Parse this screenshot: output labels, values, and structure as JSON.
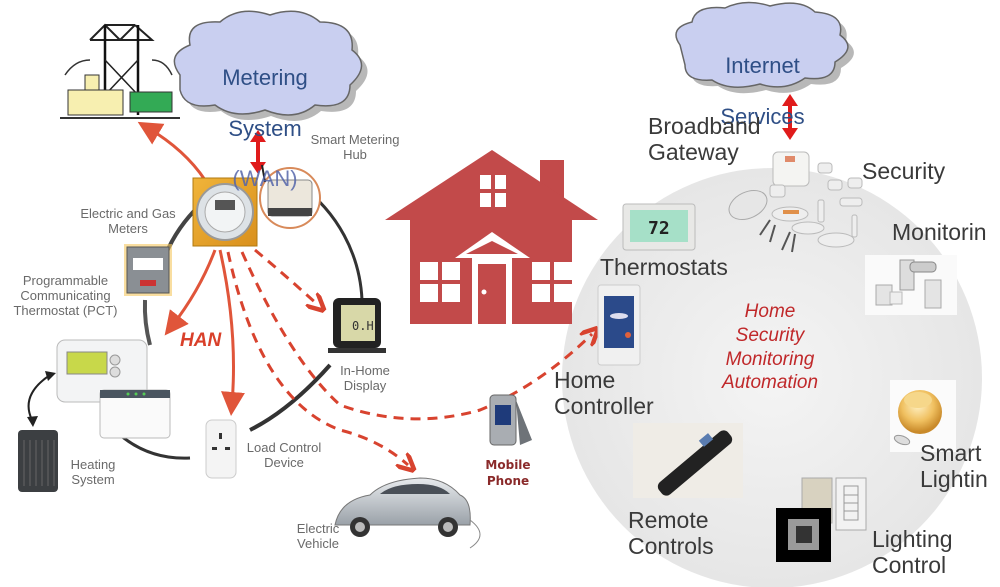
{
  "title": "Smart Grid Home Area Network and Home Automation Diagram",
  "colors": {
    "house": "#c24a4a",
    "han_arrow": "#e0553a",
    "wan_arrow": "#e01b1b",
    "cloud_fill": "#c9cff0",
    "cloud_text": "#2f4f86",
    "ring": "#333333",
    "automation_circle": "#eeeeee",
    "center_text": "#c0282a"
  },
  "left_network": {
    "cloud": {
      "line1": "Metering",
      "line2": "System",
      "line3": "(WAN)"
    },
    "power_plant": {
      "icon": "power-plant-icon"
    },
    "smart_metering_hub": {
      "label": "Smart Metering\nHub",
      "icon": "wireless-hub-icon"
    },
    "meters": {
      "label": "Electric and  Gas\nMeters",
      "icon": "electric-meter-icon",
      "gas_icon": "gas-meter-icon"
    },
    "thermostat": {
      "label": "Programmable\nCommunicating\nThermostat (PCT)",
      "icon": "programmable-thermostat-icon"
    },
    "heating": {
      "label": "Heating\nSystem",
      "icon": "hvac-unit-icon"
    },
    "han_label": "HAN",
    "load_control": {
      "label": "Load Control\nDevice",
      "icon": "smart-plug-icon"
    },
    "in_home_display": {
      "label": "In-Home\nDisplay",
      "icon": "in-home-display-icon"
    },
    "electric_vehicle": {
      "label": "Electric\nVehicle",
      "icon": "electric-car-icon"
    },
    "mobile_phone": {
      "line1": "Mobile",
      "line2": "Phone",
      "icon": "flip-phone-icon"
    }
  },
  "house": {
    "icon": "house-icon"
  },
  "right_network": {
    "cloud": {
      "line1": "Internet",
      "line2": "Services"
    },
    "gateway": {
      "label": "Broadband\nGateway",
      "icon": "gateway-cube-icon"
    },
    "security": {
      "label": "Security",
      "icon": "security-sensors-icon"
    },
    "monitoring": {
      "label": "Monitorin",
      "icon": "monitoring-devices-icon"
    },
    "thermostats": {
      "label": "Thermostats",
      "icon": "thermostat-icon",
      "display_value": "72"
    },
    "home_controller": {
      "label": "Home\nController",
      "icon": "touchscreen-controller-icon"
    },
    "center": {
      "lines": [
        "Home",
        "Security",
        "Monitoring",
        "Automation"
      ]
    },
    "smart_lighting": {
      "label": "Smart\nLightin",
      "icon": "smart-lamp-icon"
    },
    "remote_controls": {
      "label": "Remote\nControls",
      "icon": "remote-control-icon"
    },
    "lighting_control": {
      "label": "Lighting\nControl",
      "icon": "light-switch-panel-icon"
    }
  }
}
